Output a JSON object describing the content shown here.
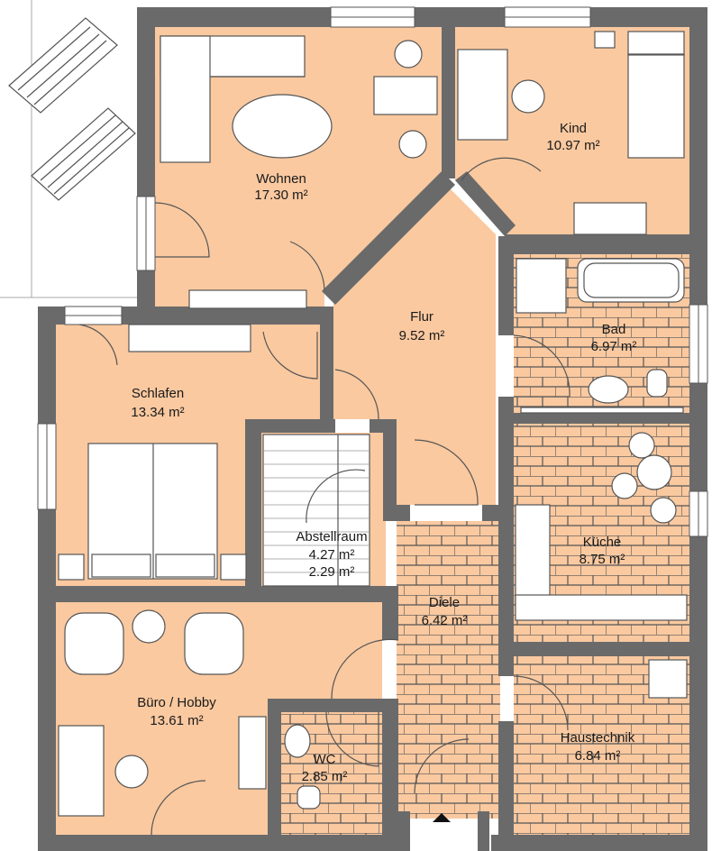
{
  "colors": {
    "wall": "#6a6a6a",
    "room_fill": "#fac9a0",
    "tile_fill": "#fac9a0",
    "tile_line": "#555555",
    "furniture_fill": "#ffffff",
    "furniture_stroke": "#555555",
    "terrace": "#ffffff"
  },
  "rooms": [
    {
      "key": "wohnen",
      "name": "Wohnen",
      "area": "17.30 m²"
    },
    {
      "key": "kind",
      "name": "Kind",
      "area": "10.97 m²"
    },
    {
      "key": "flur",
      "name": "Flur",
      "area": "9.52 m²"
    },
    {
      "key": "bad",
      "name": "Bad",
      "area": "6.97 m²"
    },
    {
      "key": "schlafen",
      "name": "Schlafen",
      "area": "13.34 m²"
    },
    {
      "key": "abstellraum",
      "name": "Abstellraum",
      "area": "4.27 m²",
      "area2": "2.29 m²"
    },
    {
      "key": "kueche",
      "name": "Küche",
      "area": "8.75 m²"
    },
    {
      "key": "diele",
      "name": "Diele",
      "area": "6.42 m²"
    },
    {
      "key": "buero",
      "name": "Büro / Hobby",
      "area": "13.61 m²"
    },
    {
      "key": "haustechnik",
      "name": "Haustechnik",
      "area": "6.84 m²"
    },
    {
      "key": "wc",
      "name": "WC",
      "area": "2.85 m²"
    }
  ],
  "icons": {
    "entrance": "entrance-arrow-icon",
    "door": "door-swing-icon",
    "stairs": "staircase-icon"
  }
}
